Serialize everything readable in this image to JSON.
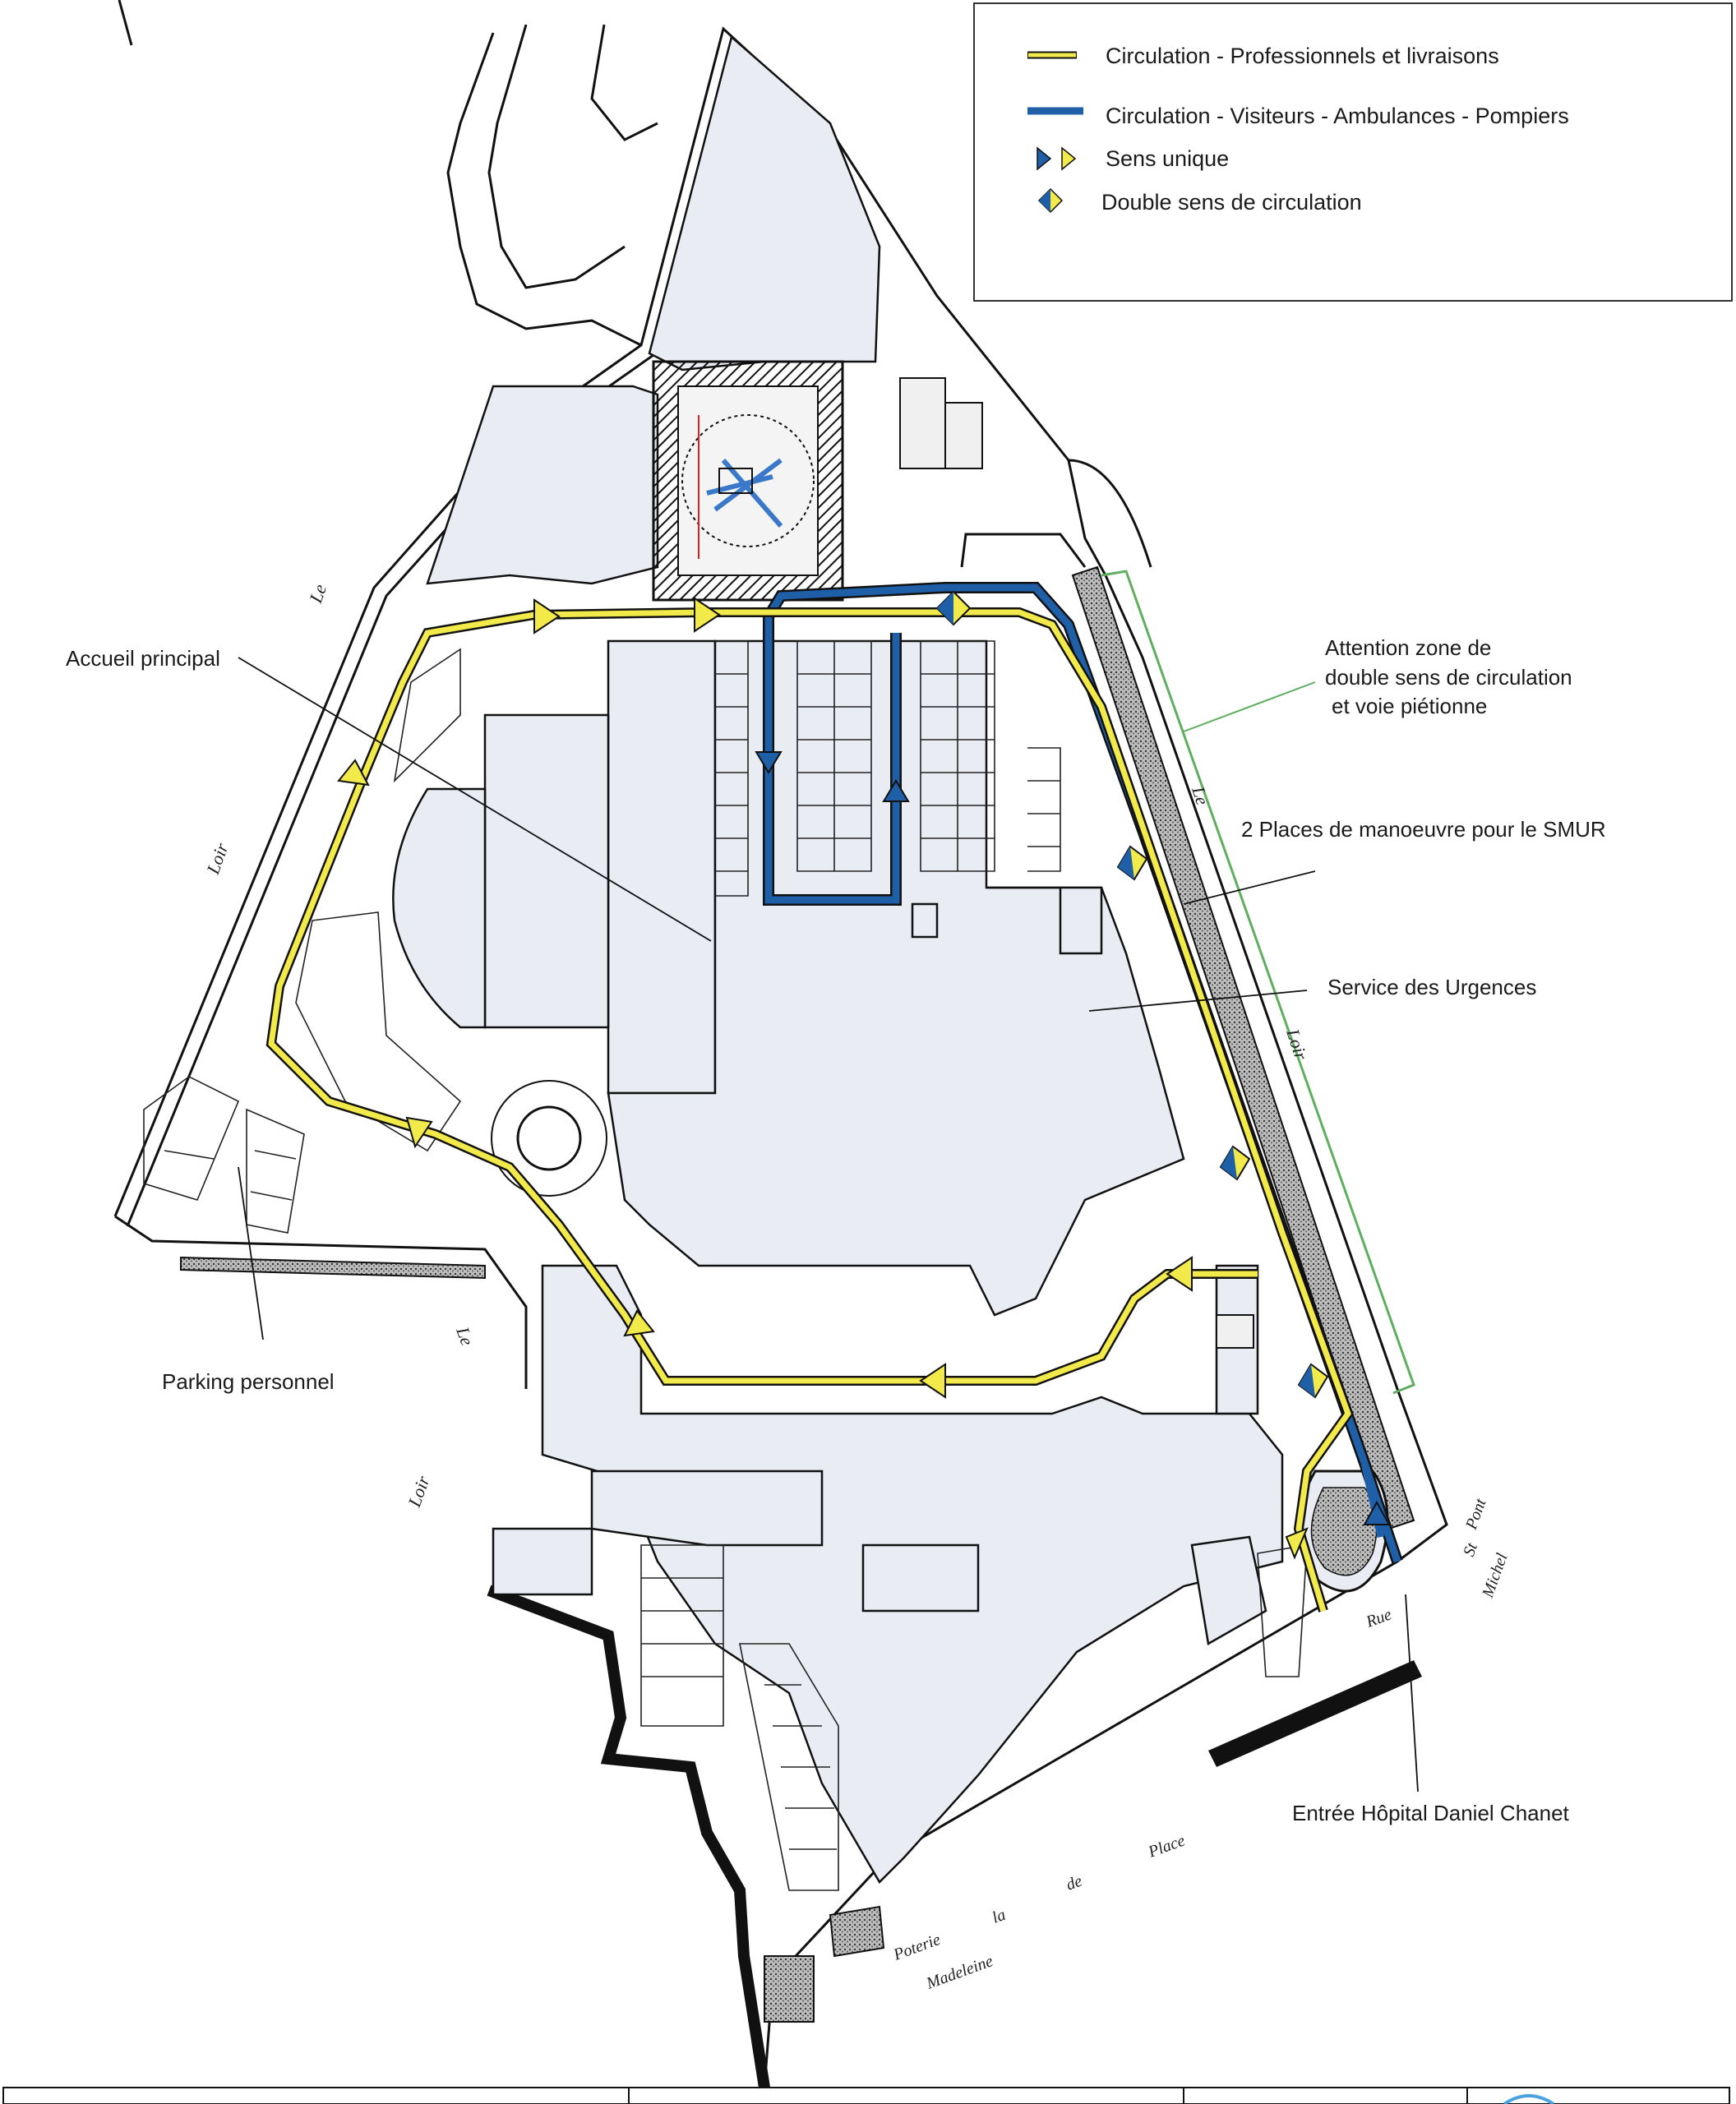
{
  "legend": {
    "professionals": "Circulation - Professionnels et livraisons",
    "visitors": "Circulation - Visiteurs - Ambulances - Pompiers",
    "one_way": "Sens unique",
    "two_way": "Double sens de circulation"
  },
  "labels": {
    "main_reception": "Accueil principal",
    "warning_line1": "Attention zone de",
    "warning_line2": "double sens de circulation",
    "warning_line3": "et voie piétionne",
    "smur": "2 Places de manoeuvre pour le SMUR",
    "emergency": "Service des Urgences",
    "staff_parking": "Parking personnel",
    "entrance": "Entrée Hôpital Daniel Chanet"
  },
  "streets": {
    "loir_west_1": "Le",
    "loir_west_2": "Loir",
    "loir_east_1": "Le",
    "loir_east_2": "Loir",
    "loir_sw_1": "Le",
    "loir_sw_2": "Loir",
    "pont_1": "Pont",
    "pont_2": "St",
    "pont_3": "Michel",
    "rue": "Rue",
    "poterie": "Poterie",
    "place": "Place",
    "de": "de",
    "la": "la",
    "madeleine": "Madeleine"
  },
  "colors": {
    "professionals_route": "#f2e94a",
    "visitors_route": "#1f5fa8",
    "warning_zone": "#5fae5f",
    "building_fill": "#e9ecf3"
  },
  "icons": {
    "one_way_blue": "blue-triangle-icon",
    "one_way_yellow": "yellow-triangle-icon",
    "two_way": "diamond-icon",
    "helipad": "helipad-icon"
  }
}
